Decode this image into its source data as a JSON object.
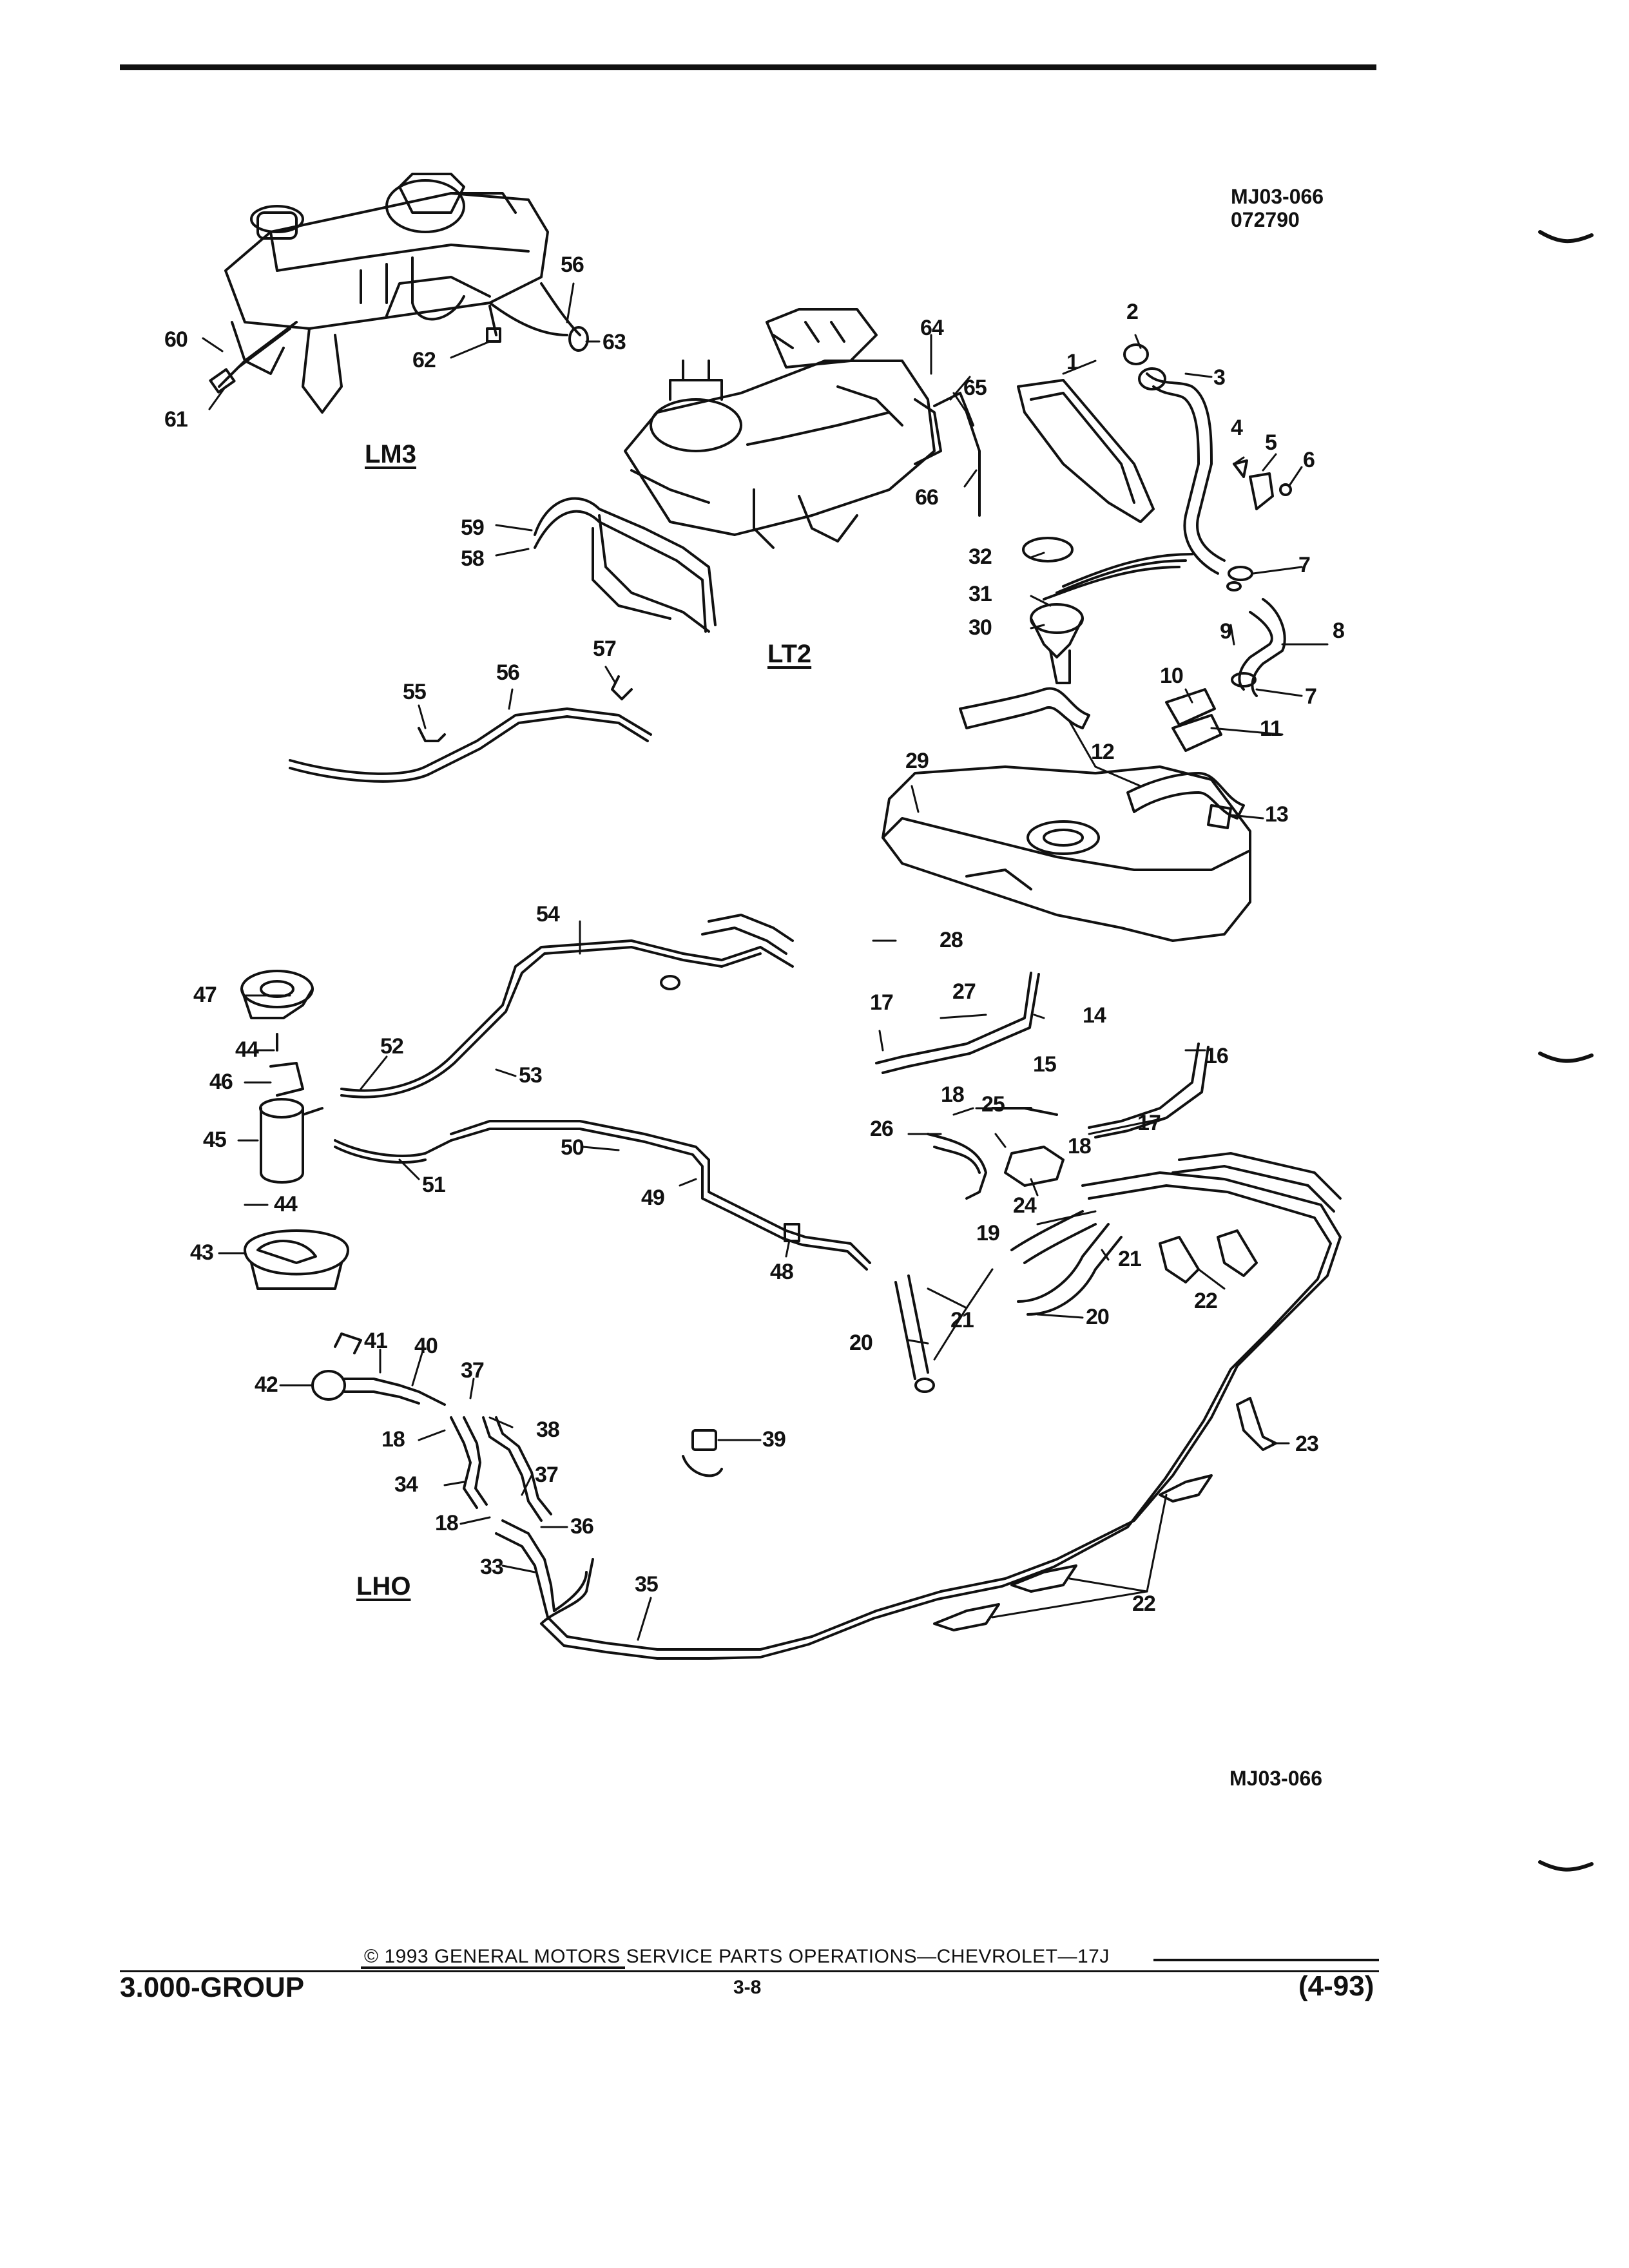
{
  "header": {
    "figure_code": "MJ03-066",
    "date_code": "072790"
  },
  "engine_labels": {
    "lm3": "LM3",
    "lt2": "LT2",
    "lho": "LHO"
  },
  "callouts": [
    {
      "id": "c1",
      "text": "1"
    },
    {
      "id": "c2",
      "text": "2"
    },
    {
      "id": "c3",
      "text": "3"
    },
    {
      "id": "c4",
      "text": "4"
    },
    {
      "id": "c5",
      "text": "5"
    },
    {
      "id": "c6",
      "text": "6"
    },
    {
      "id": "c7a",
      "text": "7"
    },
    {
      "id": "c7b",
      "text": "7"
    },
    {
      "id": "c8",
      "text": "8"
    },
    {
      "id": "c9",
      "text": "9"
    },
    {
      "id": "c10",
      "text": "10"
    },
    {
      "id": "c11",
      "text": "11"
    },
    {
      "id": "c12",
      "text": "12"
    },
    {
      "id": "c13",
      "text": "13"
    },
    {
      "id": "c14",
      "text": "14"
    },
    {
      "id": "c15",
      "text": "15"
    },
    {
      "id": "c16",
      "text": "16"
    },
    {
      "id": "c17a",
      "text": "17"
    },
    {
      "id": "c17b",
      "text": "17"
    },
    {
      "id": "c18a",
      "text": "18"
    },
    {
      "id": "c18b",
      "text": "18"
    },
    {
      "id": "c18c",
      "text": "18"
    },
    {
      "id": "c18d",
      "text": "18"
    },
    {
      "id": "c19",
      "text": "19"
    },
    {
      "id": "c20a",
      "text": "20"
    },
    {
      "id": "c20b",
      "text": "20"
    },
    {
      "id": "c21a",
      "text": "21"
    },
    {
      "id": "c21b",
      "text": "21"
    },
    {
      "id": "c22a",
      "text": "22"
    },
    {
      "id": "c22b",
      "text": "22"
    },
    {
      "id": "c23",
      "text": "23"
    },
    {
      "id": "c24",
      "text": "24"
    },
    {
      "id": "c25",
      "text": "25"
    },
    {
      "id": "c26",
      "text": "26"
    },
    {
      "id": "c27",
      "text": "27"
    },
    {
      "id": "c28",
      "text": "28"
    },
    {
      "id": "c29",
      "text": "29"
    },
    {
      "id": "c30",
      "text": "30"
    },
    {
      "id": "c31",
      "text": "31"
    },
    {
      "id": "c32",
      "text": "32"
    },
    {
      "id": "c33",
      "text": "33"
    },
    {
      "id": "c34",
      "text": "34"
    },
    {
      "id": "c35",
      "text": "35"
    },
    {
      "id": "c36",
      "text": "36"
    },
    {
      "id": "c37a",
      "text": "37"
    },
    {
      "id": "c37b",
      "text": "37"
    },
    {
      "id": "c38",
      "text": "38"
    },
    {
      "id": "c39",
      "text": "39"
    },
    {
      "id": "c40",
      "text": "40"
    },
    {
      "id": "c41",
      "text": "41"
    },
    {
      "id": "c42",
      "text": "42"
    },
    {
      "id": "c43",
      "text": "43"
    },
    {
      "id": "c44a",
      "text": "44"
    },
    {
      "id": "c44b",
      "text": "44"
    },
    {
      "id": "c45",
      "text": "45"
    },
    {
      "id": "c46",
      "text": "46"
    },
    {
      "id": "c47",
      "text": "47"
    },
    {
      "id": "c48",
      "text": "48"
    },
    {
      "id": "c49",
      "text": "49"
    },
    {
      "id": "c50",
      "text": "50"
    },
    {
      "id": "c51",
      "text": "51"
    },
    {
      "id": "c52",
      "text": "52"
    },
    {
      "id": "c53",
      "text": "53"
    },
    {
      "id": "c54",
      "text": "54"
    },
    {
      "id": "c55",
      "text": "55"
    },
    {
      "id": "c56a",
      "text": "56"
    },
    {
      "id": "c56b",
      "text": "56"
    },
    {
      "id": "c57",
      "text": "57"
    },
    {
      "id": "c58",
      "text": "58"
    },
    {
      "id": "c59",
      "text": "59"
    },
    {
      "id": "c60",
      "text": "60"
    },
    {
      "id": "c61",
      "text": "61"
    },
    {
      "id": "c62",
      "text": "62"
    },
    {
      "id": "c63",
      "text": "63"
    },
    {
      "id": "c64",
      "text": "64"
    },
    {
      "id": "c65",
      "text": "65"
    },
    {
      "id": "c66",
      "text": "66"
    }
  ],
  "bottom_code": "MJ03-066",
  "footer": {
    "group": "3.000-GROUP",
    "copyright": "© 1993 GENERAL MOTORS SERVICE PARTS OPERATIONS—CHEVROLET—17J",
    "page": "3-8",
    "revision": "(4-93)"
  }
}
